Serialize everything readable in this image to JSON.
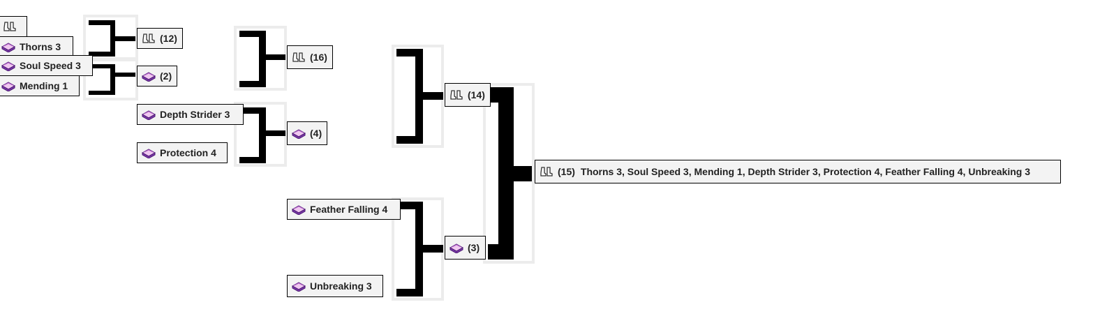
{
  "colors": {
    "node_bg": "#f3f3f3",
    "node_border": "#000000",
    "bracket": "#000000",
    "bracket_frame": "#ececec",
    "book_cover": "#7a3aa8",
    "book_pages": "#f0c8f0",
    "boots_outline": "#333333"
  },
  "leaves": {
    "boots": {
      "icon": "boots-icon",
      "label": ""
    },
    "thorns": {
      "icon": "enchanted-book-icon",
      "label": "Thorns 3"
    },
    "soul_speed": {
      "icon": "enchanted-book-icon",
      "label": "Soul Speed 3"
    },
    "mending": {
      "icon": "enchanted-book-icon",
      "label": "Mending 1"
    },
    "depth_strider": {
      "icon": "enchanted-book-icon",
      "label": "Depth Strider 3"
    },
    "protection": {
      "icon": "enchanted-book-icon",
      "label": "Protection 4"
    },
    "feather_falling": {
      "icon": "enchanted-book-icon",
      "label": "Feather Falling 4"
    },
    "unbreaking": {
      "icon": "enchanted-book-icon",
      "label": "Unbreaking 3"
    }
  },
  "merges": {
    "boots_thorns": {
      "icon": "boots-icon",
      "label": "(12)"
    },
    "soul_mending": {
      "icon": "enchanted-book-icon",
      "label": "(2)"
    },
    "level2_boots": {
      "icon": "boots-icon",
      "label": "(16)"
    },
    "depth_protection": {
      "icon": "enchanted-book-icon",
      "label": "(4)"
    },
    "level3_boots": {
      "icon": "boots-icon",
      "label": "(14)"
    },
    "feather_unbreaking": {
      "icon": "enchanted-book-icon",
      "label": "(3)"
    },
    "final": {
      "icon": "boots-icon",
      "label": "(15)",
      "enchantments": "Thorns 3, Soul Speed 3, Mending 1, Depth Strider 3, Protection 4, Feather Falling 4, Unbreaking 3"
    }
  }
}
